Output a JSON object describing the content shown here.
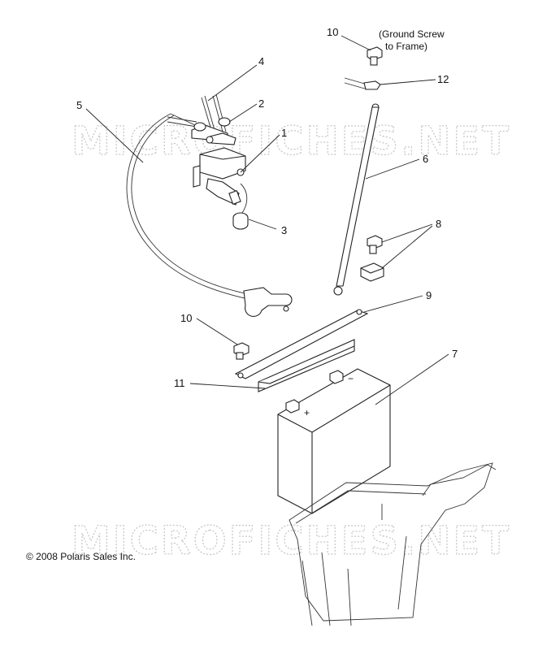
{
  "watermarks": [
    "MICROFICHES.NET",
    "MICROFICHES.NET"
  ],
  "copyright": "© 2008 Polaris Sales Inc.",
  "note": {
    "line1": "(Ground Screw",
    "line2": "to Frame)"
  },
  "callouts": [
    {
      "id": "c1",
      "label": "1"
    },
    {
      "id": "c2",
      "label": "2"
    },
    {
      "id": "c3",
      "label": "3"
    },
    {
      "id": "c4",
      "label": "4"
    },
    {
      "id": "c5",
      "label": "5"
    },
    {
      "id": "c6",
      "label": "6"
    },
    {
      "id": "c7",
      "label": "7"
    },
    {
      "id": "c8",
      "label": "8"
    },
    {
      "id": "c9",
      "label": "9"
    },
    {
      "id": "c10a",
      "label": "10"
    },
    {
      "id": "c10b",
      "label": "10"
    },
    {
      "id": "c11",
      "label": "11"
    },
    {
      "id": "c12",
      "label": "12"
    }
  ],
  "battery_terminals": {
    "positive": "+",
    "negative": "−"
  }
}
